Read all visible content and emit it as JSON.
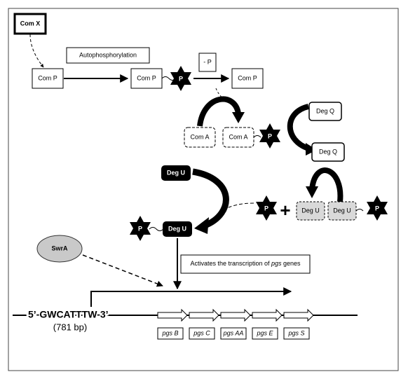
{
  "nodes": {
    "comx": "Com X",
    "comp1": "Com P",
    "comp2": "Com P",
    "comp3": "Com P",
    "coma1": "Com A",
    "coma2": "Com A",
    "degq1": "Deg Q",
    "degq2": "Deg Q",
    "degu_black1": "Deg U",
    "degu_black2": "Deg U",
    "degu_gray1": "Deg U",
    "degu_gray2": "Deg U",
    "swra": "SwrA"
  },
  "labels": {
    "autophos": "Autophosphorylation",
    "minus_p": "- P",
    "phosphate": "P",
    "plus": "+",
    "activates_prefix": "Activates the transcription of ",
    "activates_italic": "pgs",
    "activates_suffix": " genes",
    "promoter_seq": "5’-GWCATTTW-3’",
    "promoter_len": "(781 bp)"
  },
  "genes": [
    "pgs B",
    "pgs C",
    "pgs AA",
    "pgs E",
    "pgs S"
  ],
  "colors": {
    "black": "#000000",
    "gray_box": "#d9d9d9",
    "ellipse": "#c9c9c9"
  }
}
